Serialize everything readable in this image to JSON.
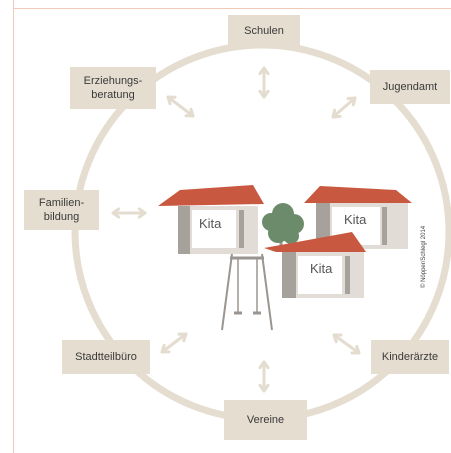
{
  "colors": {
    "ring": "#e5ddd0",
    "node_fill": "#e5ddd0",
    "arrow": "#e3dccf",
    "roof": "#c8583f",
    "wall_dark": "#a6a19b",
    "wall_light": "#e1dcd5",
    "window": "#ffffff",
    "tree": "#6c8b6b",
    "frame_line": "#f2c8b8",
    "swing": "#9a9590"
  },
  "nodes": {
    "schulen": "Schulen",
    "jugendamt": "Jugendamt",
    "kinderaerzte": "Kinderärzte",
    "vereine": "Vereine",
    "stadtteilbuero": "Stadtteilbüro",
    "familienbildung": "Familien-\nbildung",
    "erziehungsberatung": "Erziehungs-\nberatung"
  },
  "kita_labels": [
    "Kita",
    "Kita",
    "Kita"
  ],
  "copyright": "© Nöpper/Schlegl 2014"
}
